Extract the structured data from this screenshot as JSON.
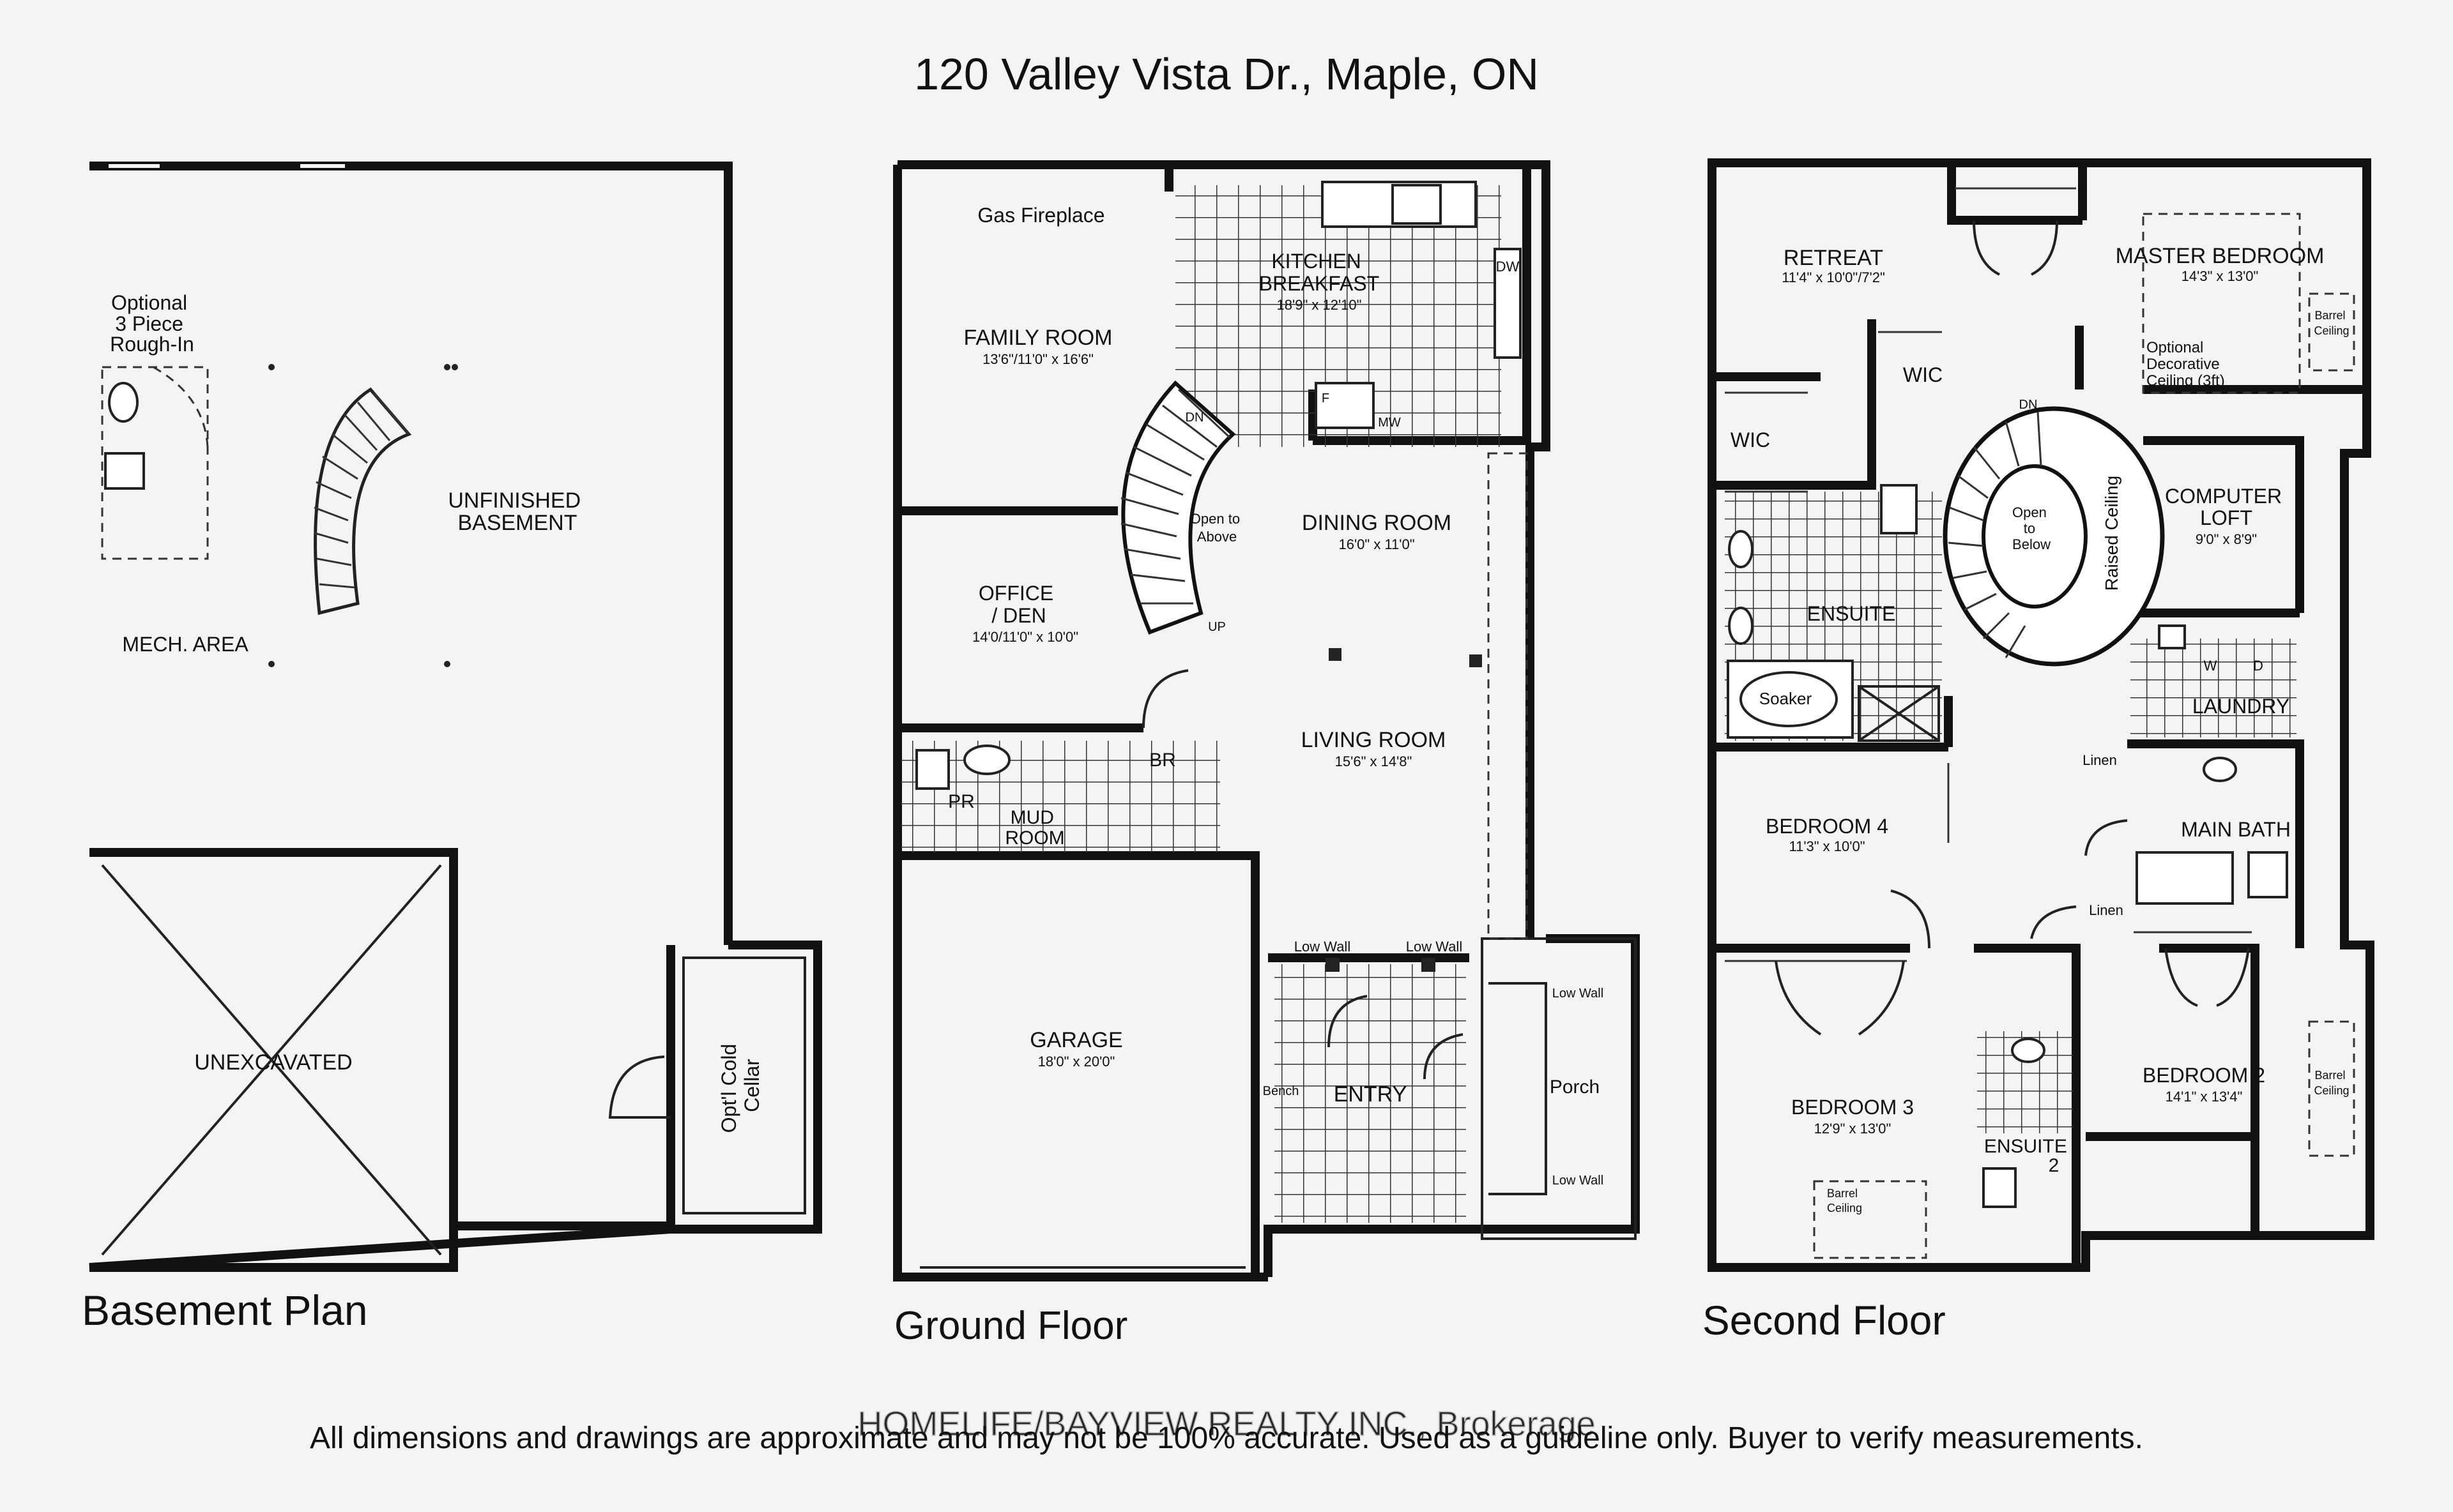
{
  "header": {
    "address": "120 Valley Vista Dr., Maple, ON"
  },
  "basement": {
    "title": "Basement Plan",
    "optional_rough_in": [
      "Optional",
      "3 Piece",
      "Rough-In"
    ],
    "unfinished": [
      "UNFINISHED",
      "BASEMENT"
    ],
    "mech_area": "MECH. AREA",
    "unexcavated": "UNEXCAVATED",
    "cold_cellar": [
      "Opt'l Cold",
      "Cellar"
    ]
  },
  "ground": {
    "title": "Ground Floor",
    "gas_fireplace": "Gas Fireplace",
    "family_room": {
      "name": "FAMILY ROOM",
      "dims": "13'6\"/11'0\" x 16'6\""
    },
    "kitchen": {
      "name": [
        "KITCHEN",
        "BREAKFAST"
      ],
      "dims": "18'9\" x 12'10\""
    },
    "dw": "DW",
    "mw": "MW",
    "f": "F",
    "office": {
      "name": [
        "OFFICE",
        "/ DEN"
      ],
      "dims": "14'0/11'0\" x 10'0\""
    },
    "open_to_above": [
      "Open to",
      "Above"
    ],
    "dn": "DN",
    "up": "UP",
    "dining": {
      "name": "DINING ROOM",
      "dims": "16'0\" x 11'0\""
    },
    "living": {
      "name": "LIVING ROOM",
      "dims": "15'6\" x 14'8\""
    },
    "pr": "PR",
    "br": "BR",
    "mud_room": [
      "MUD",
      "ROOM"
    ],
    "garage": {
      "name": "GARAGE",
      "dims": "18'0\" x 20'0\""
    },
    "low_wall_1": "Low Wall",
    "low_wall_2": "Low Wall",
    "low_wall_3": "Low Wall",
    "low_wall_4": "Low Wall",
    "bench": "Bench",
    "entry": "ENTRY",
    "porch": "Porch"
  },
  "second": {
    "title": "Second Floor",
    "retreat": {
      "name": "RETREAT",
      "dims": "11'4\" x 10'0\"/7'2\""
    },
    "master": {
      "name": "MASTER BEDROOM",
      "dims": "14'3\" x 13'0\""
    },
    "barrel_ceiling_1": [
      "Barrel",
      "Ceiling"
    ],
    "optional_ceiling": [
      "Optional",
      "Decorative",
      "Ceiling (3ft)"
    ],
    "wic_1": "WIC",
    "wic_2": "WIC",
    "dn": "DN",
    "open_to_below": [
      "Open",
      "to",
      "Below"
    ],
    "raised_ceiling": "Raised Ceiling",
    "computer_loft": {
      "name": [
        "COMPUTER",
        "LOFT"
      ],
      "dims": "9'0\" x 8'9\""
    },
    "ensuite": "ENSUITE",
    "soaker": "Soaker",
    "w": "W",
    "d": "D",
    "laundry": "LAUNDRY",
    "linen_1": "Linen",
    "linen_2": "Linen",
    "bedroom4": {
      "name": "BEDROOM 4",
      "dims": "11'3\" x 10'0\""
    },
    "main_bath": "MAIN BATH",
    "bedroom3": {
      "name": "BEDROOM 3",
      "dims": "12'9\" x 13'0\""
    },
    "barrel_ceiling_2": [
      "Barrel",
      "Ceiling"
    ],
    "ensuite2": [
      "ENSUITE",
      "2"
    ],
    "bedroom2": {
      "name": "BEDROOM 2",
      "dims": "14'1\" x 13'4\""
    },
    "barrel_ceiling_3": [
      "Barrel",
      "Ceiling"
    ]
  },
  "footer": {
    "disclaimer": "All dimensions and drawings are approximate and may not be 100% accurate. Used as a guideline only. Buyer to verify measurements.",
    "watermark": "HOMELIFE/BAYVIEW REALTY INC., Brokerage"
  }
}
